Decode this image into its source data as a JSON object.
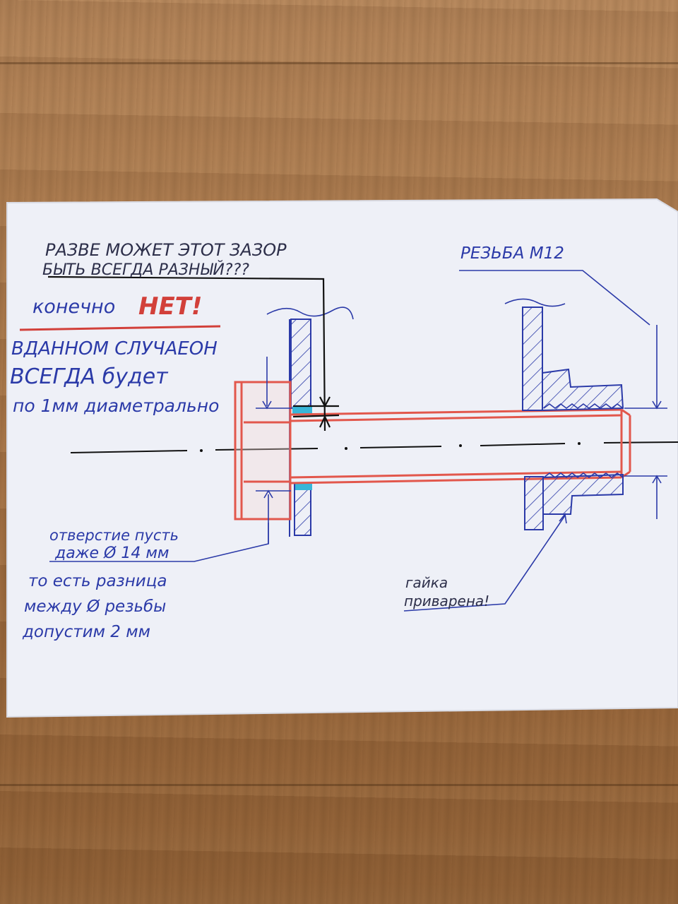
{
  "notes": {
    "question_line1": "РАЗВЕ МОЖЕТ ЭТОТ ЗАЗОР",
    "question_line2": "БЫТЬ ВСЕГДА РАЗНЫЙ???",
    "answer_prefix": "конечно",
    "answer_no": "НЕТ!",
    "explain_line1": "ВДАННОМ СЛУЧАЕОН",
    "explain_line2": "ВСЕГДА будет",
    "explain_line3": "по 1мм диаметрально",
    "hole_line1": "отверстие пусть",
    "hole_line2": "даже Ø 14 мм",
    "diff_line1": "то есть разница",
    "diff_line2": "между Ø резьбы",
    "diff_line3": "допустим 2 мм",
    "thread_label": "РЕЗЬБА М12",
    "nut_line1": "гайка",
    "nut_line2": "приварена!"
  },
  "colors": {
    "table": "#a87a4c",
    "paper": "#eef0f7",
    "ink_blue": "#2b3aa8",
    "ink_dark": "#2d2f4a",
    "bolt_red": "#e2574c",
    "gap_cyan": "#38b6d8"
  }
}
